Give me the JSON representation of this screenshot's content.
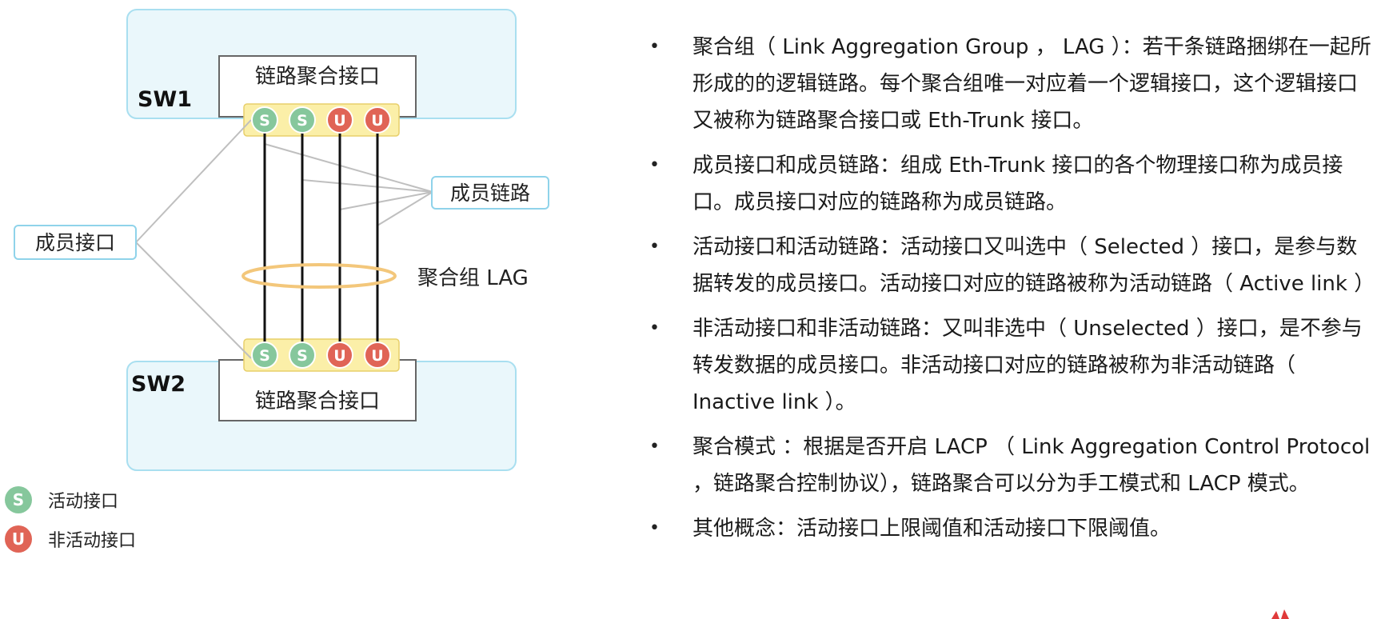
{
  "diagram": {
    "sw1_label": "SW1",
    "sw2_label": "SW2",
    "sw1_interface": "链路聚合接口",
    "sw2_interface": "链路聚合接口",
    "member_interface_label": "成员接口",
    "member_link_label": "成员链路",
    "lag_label": "聚合组 LAG",
    "ports_top": [
      "S",
      "S",
      "U",
      "U"
    ],
    "ports_bottom": [
      "S",
      "S",
      "U",
      "U"
    ],
    "colors": {
      "active": "#86c79c",
      "inactive": "#e06456",
      "switch_box_border": "#a9dff0",
      "switch_box_fill": "#eaf7fb",
      "port_strip": "#fbefa8",
      "lag_ellipse": "#f3c77b"
    }
  },
  "legend": [
    {
      "symbol": "S",
      "label": "活动接口",
      "color": "#86c79c"
    },
    {
      "symbol": "U",
      "label": "非活动接口",
      "color": "#e06456"
    }
  ],
  "bullets": [
    "聚合组（ Link Aggregation Group ， LAG ）：若干条链路捆绑在一起所形成的的逻辑链路。每个聚合组唯一对应着一个逻辑接口，这个逻辑接口又被称为链路聚合接口或 Eth-Trunk 接口。",
    "成员接口和成员链路：组成 Eth-Trunk 接口的各个物理接口称为成员接口。成员接口对应的链路称为成员链路。",
    "活动接口和活动链路：活动接口又叫选中（ Selected ）接口，是参与数据转发的成员接口。活动接口对应的链路被称为活动链路（ Active link ）",
    "非活动接口和非活动链路：又叫非选中（ Unselected ）接口，是不参与转发数据的成员接口。非活动接口对应的链路被称为非活动链路（ Inactive link ）。",
    "聚合模式 ：根据是否开启 LACP （ Link Aggregation Control Protocol ，链路聚合控制协议），链路聚合可以分为手工模式和 LACP 模式。",
    "其他概念：活动接口上限阈值和活动接口下限阈值。"
  ]
}
